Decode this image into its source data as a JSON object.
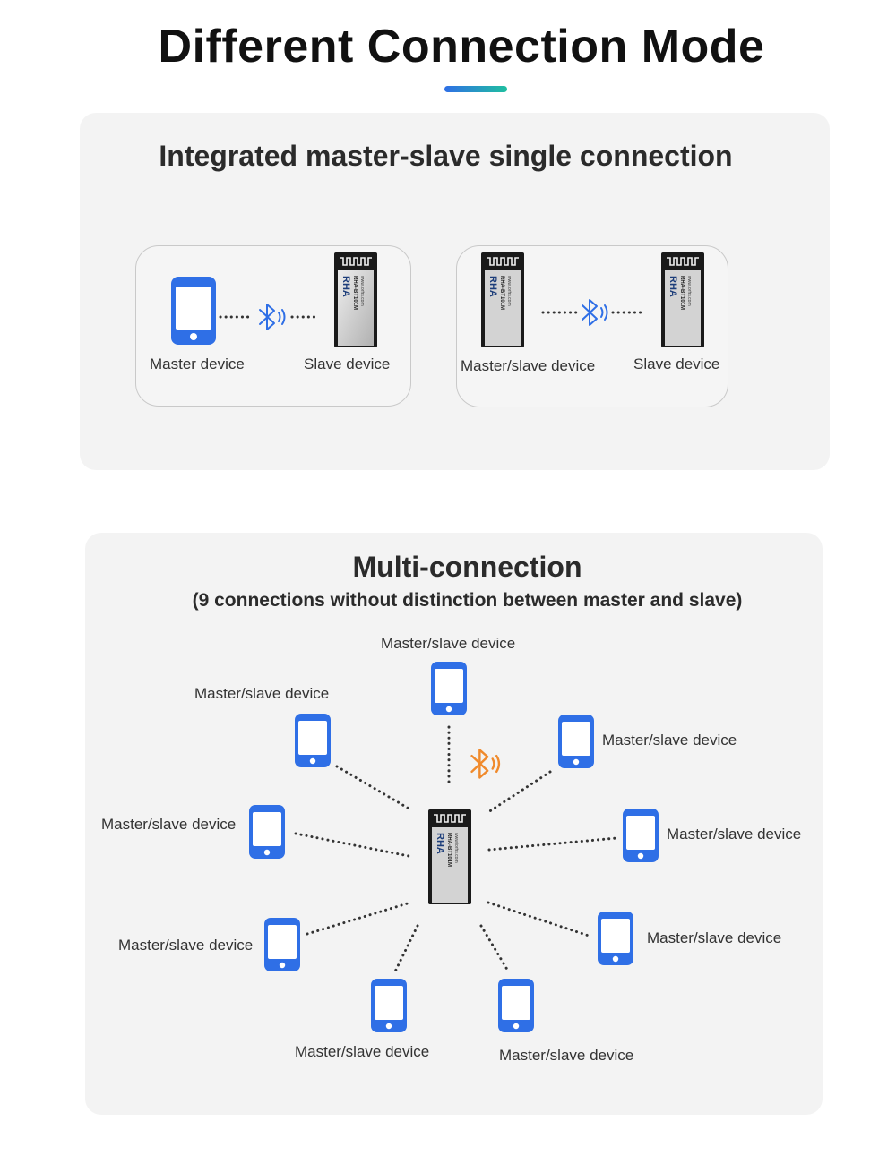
{
  "header": {
    "title": "Different Connection Mode"
  },
  "single_section": {
    "title": "Integrated master-slave single connection",
    "pair_one": {
      "left_label": "Master device",
      "right_label": "Slave device"
    },
    "pair_two": {
      "left_label": "Master/slave device",
      "right_label": "Slave device"
    }
  },
  "multi_section": {
    "title": "Multi-connection",
    "subtitle": "(9 connections without distinction between master and slave)",
    "node_labels": [
      "Master/slave device",
      "Master/slave device",
      "Master/slave device",
      "Master/slave device",
      "Master/slave device",
      "Master/slave device",
      "Master/slave device",
      "Master/slave device",
      "Master/slave device"
    ]
  },
  "module": {
    "logo": "RHA",
    "model": "RHA-BT101M",
    "website": "www.iorhs.com"
  },
  "colors": {
    "phone_blue": "#2f6fe6",
    "bluetooth_blue": "#2f6fe6",
    "bluetooth_orange": "#f08a2c",
    "accent_gradient_start": "#2f6fe6",
    "accent_gradient_end": "#1fbfa0"
  },
  "icons": {
    "phone": "smartphone-icon",
    "bluetooth": "bluetooth-icon",
    "module": "bluetooth-module-chip"
  }
}
